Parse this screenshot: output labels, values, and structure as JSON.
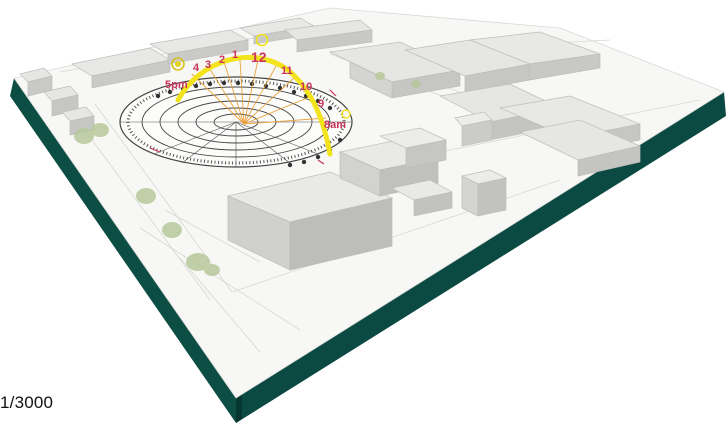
{
  "diagram": {
    "scale_text": "1/3000",
    "sun_path": {
      "hour_labels": [
        {
          "id": "5pm",
          "text": "5pm"
        },
        {
          "id": "4",
          "text": "4"
        },
        {
          "id": "3",
          "text": "3"
        },
        {
          "id": "2",
          "text": "2"
        },
        {
          "id": "1",
          "text": "1"
        },
        {
          "id": "12",
          "text": "12"
        },
        {
          "id": "11",
          "text": "11"
        },
        {
          "id": "10",
          "text": "10"
        },
        {
          "id": "9",
          "text": "9"
        },
        {
          "id": "8am",
          "text": "8am"
        }
      ]
    },
    "colors": {
      "base_side": "#0c4d44",
      "ground": "#f7f7f5",
      "building_top": "#e6e6e4",
      "building_side": "#c4c4c2",
      "sun_arc": "#f2e31c",
      "hour_labels": "#c8335a",
      "rays": "#e89a2a",
      "trees": "#b7c99a"
    }
  }
}
